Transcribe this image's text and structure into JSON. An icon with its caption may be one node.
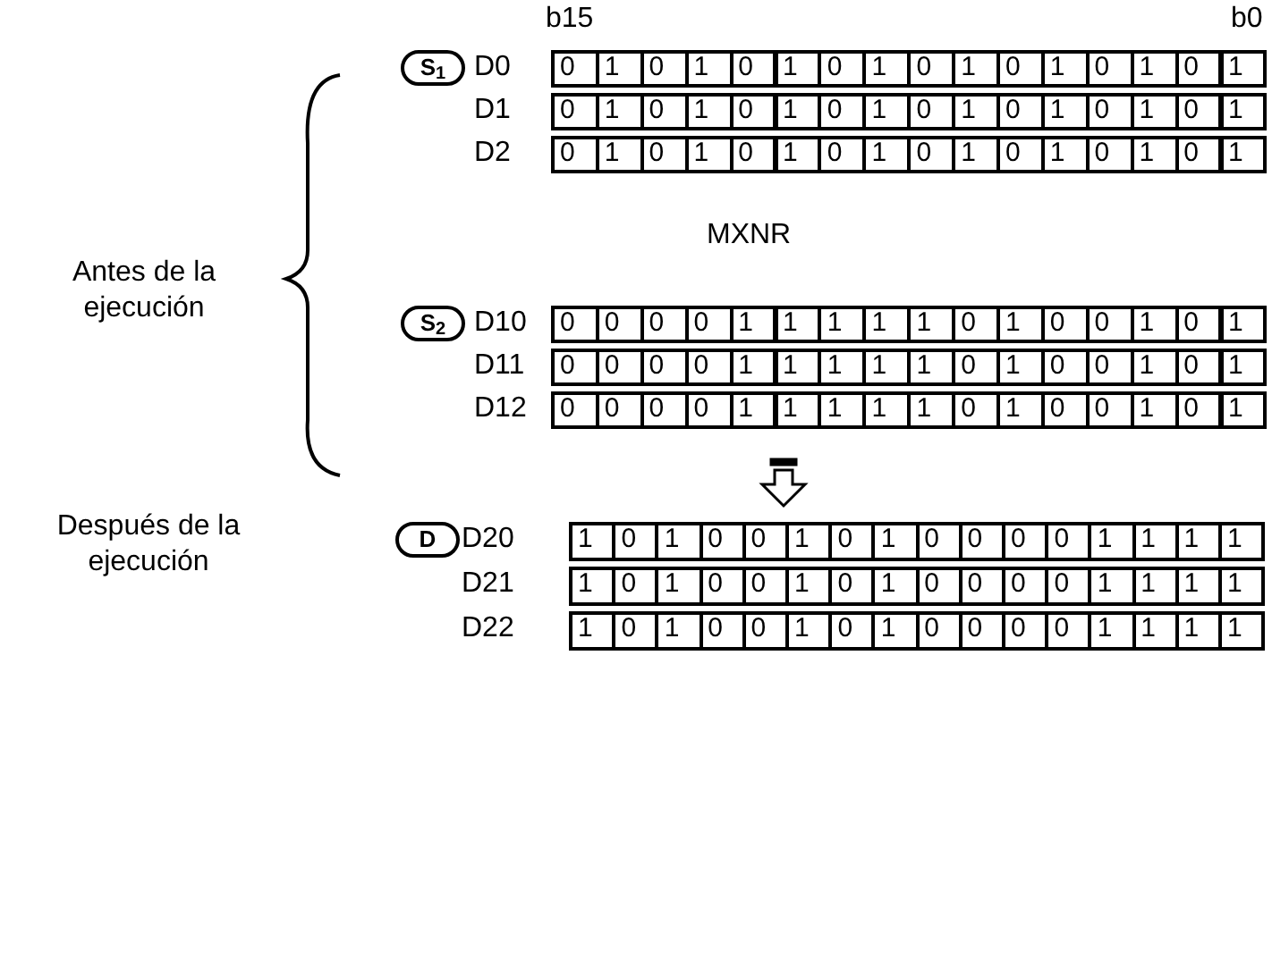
{
  "diagram": {
    "nodes": [
      {
        "text": [
          "S$_{1}$"
        ]
      },
      {
        "text": [
          "S$_{2}$"
        ]
      },
      {
        "text": [
          "D"
        ]
      }
    ],
    "labels": [
      "b15",
      "b0",
      "D0",
      "0",
      "1",
      "0",
      "1",
      "0",
      "1",
      "0",
      "1",
      "0",
      "1",
      "0",
      "1",
      "0",
      "1",
      "0",
      "1",
      "D1",
      "0",
      "1",
      "0",
      "1",
      "0",
      "1",
      "0",
      "1",
      "0",
      "1",
      "0",
      "1",
      "0",
      "1",
      "0",
      "1",
      "D2",
      "0",
      "1",
      "0",
      "1",
      "0",
      "1",
      "0",
      "1",
      "0",
      "1",
      "0",
      "1",
      "0",
      "1",
      "0",
      "1",
      "Antes de la ejecución",
      "MXNR",
      "D10",
      "0",
      "0",
      "0",
      "0",
      "1",
      "1",
      "1",
      "1",
      "1",
      "0",
      "1",
      "0",
      "0",
      "1",
      "0",
      "1",
      "D11",
      "0",
      "0",
      "0",
      "0",
      "1",
      "1",
      "1",
      "1",
      "1",
      "0",
      "1",
      "0",
      "0",
      "1",
      "0",
      "1",
      "D12",
      "0",
      "0",
      "0",
      "0",
      "1",
      "1",
      "1",
      "1",
      "1",
      "0",
      "1",
      "0",
      "0",
      "1",
      "0",
      "1",
      "Después de la ejecución",
      "D20",
      "1",
      "0",
      "1",
      "0",
      "0",
      "1",
      "0",
      "1",
      "0",
      "0",
      "0",
      "0",
      "1",
      "1",
      "1",
      "1",
      "D21",
      "1",
      "0",
      "1",
      "0",
      "0",
      "1",
      "0",
      "1",
      "0",
      "0",
      "0",
      "0",
      "1",
      "1",
      "1",
      "1",
      "D22",
      "1",
      "0",
      "1",
      "0",
      "0",
      "1",
      "0",
      "1",
      "0",
      "0",
      "0",
      "0",
      "1",
      "1",
      "1",
      "1"
    ]
  }
}
